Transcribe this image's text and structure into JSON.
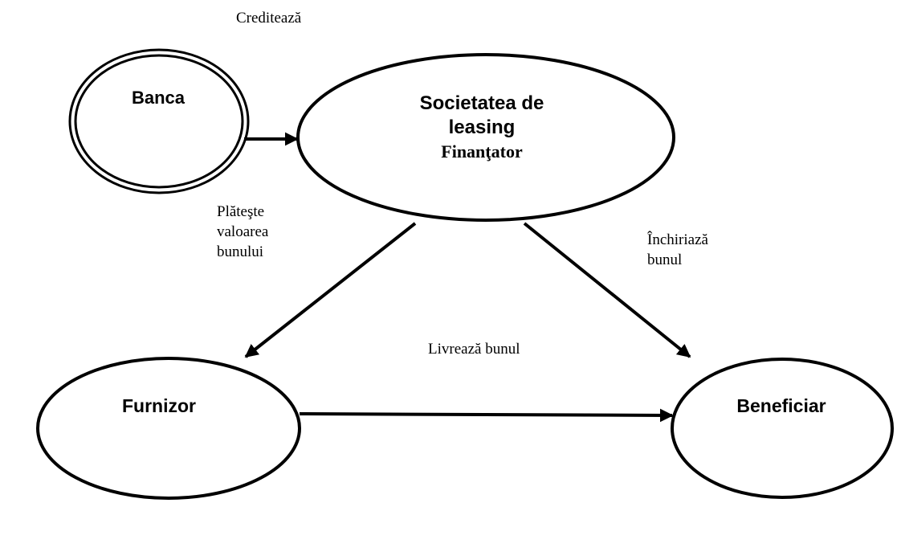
{
  "diagram": {
    "nodes": {
      "bank": {
        "label": "Banca"
      },
      "leasing": {
        "line1": "Societatea de",
        "line2": "leasing",
        "subtitle": "Finanţator"
      },
      "supplier": {
        "label": "Furnizor"
      },
      "beneficiary": {
        "label": "Beneficiar"
      }
    },
    "edges": {
      "credit": {
        "label": "Creditează"
      },
      "payment": {
        "lines": [
          "Plăteşte",
          "valoarea",
          "bunului"
        ]
      },
      "lease": {
        "lines": [
          "Închiriază",
          "bunul"
        ]
      },
      "delivery": {
        "label": "Livrează bunul"
      }
    },
    "colors": {
      "stroke": "#000000",
      "background": "#ffffff"
    }
  }
}
